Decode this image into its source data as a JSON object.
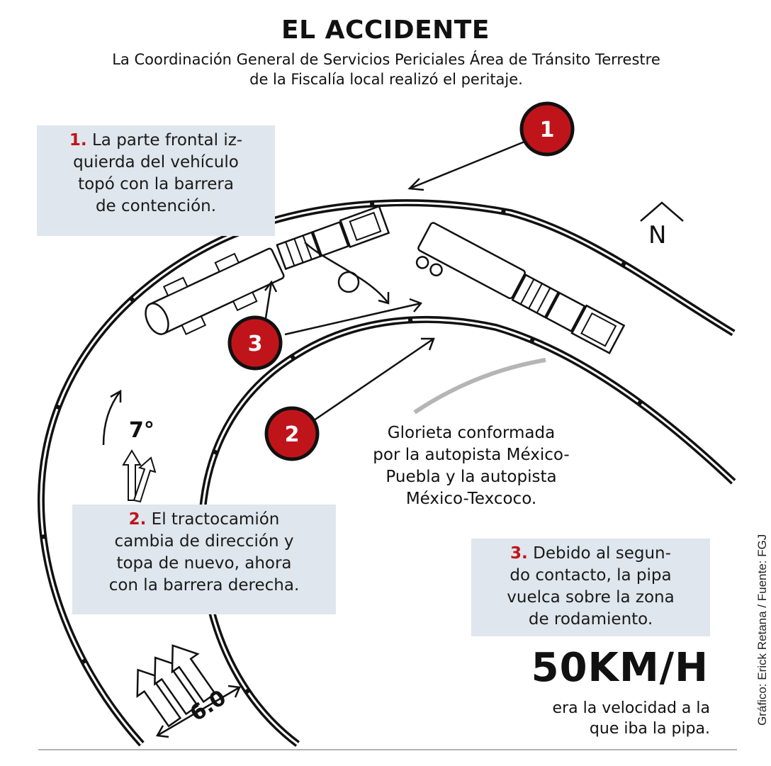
{
  "header": {
    "title": "EL ACCIDENTE",
    "subtitle_line1": "La Coordinación General de Servicios Periciales Área de Tránsito Terrestre",
    "subtitle_line2": "de la Fiscalía local realizó el peritaje."
  },
  "steps": [
    {
      "number": "1.",
      "text_lines": [
        "La parte frontal iz-",
        "quierda del vehículo",
        "topó con la barrera",
        "de contención."
      ]
    },
    {
      "number": "2.",
      "text_lines": [
        "El tractocamión",
        "cambia de dirección y",
        "topa de nuevo, ahora",
        "con la barrera derecha."
      ]
    },
    {
      "number": "3.",
      "text_lines": [
        "Debido al segun-",
        "do contacto, la pipa",
        "vuelca sobre la zona",
        "de rodamiento."
      ]
    }
  ],
  "markers": [
    "1",
    "2",
    "3"
  ],
  "glorieta": {
    "lines": [
      "Glorieta conformada",
      "por la autopista México-",
      "Puebla y la autopista",
      "México-Texcoco."
    ]
  },
  "measurements": {
    "angle": "7°",
    "lane_width": "6.0"
  },
  "north_label": "N",
  "speed": {
    "value": "50KM/H",
    "caption_line1": "era la velocidad a la",
    "caption_line2": "que iba la pipa."
  },
  "credit": "Gráfico: Erick Retana / Fuente: FGJ",
  "colors": {
    "marker_red": "#c0141b",
    "box_background": "#dfe6ed",
    "road_black": "#111111"
  },
  "icons": [
    "north-arrow-icon",
    "lane-arrows-icon",
    "truck-icon",
    "tanker-icon"
  ]
}
